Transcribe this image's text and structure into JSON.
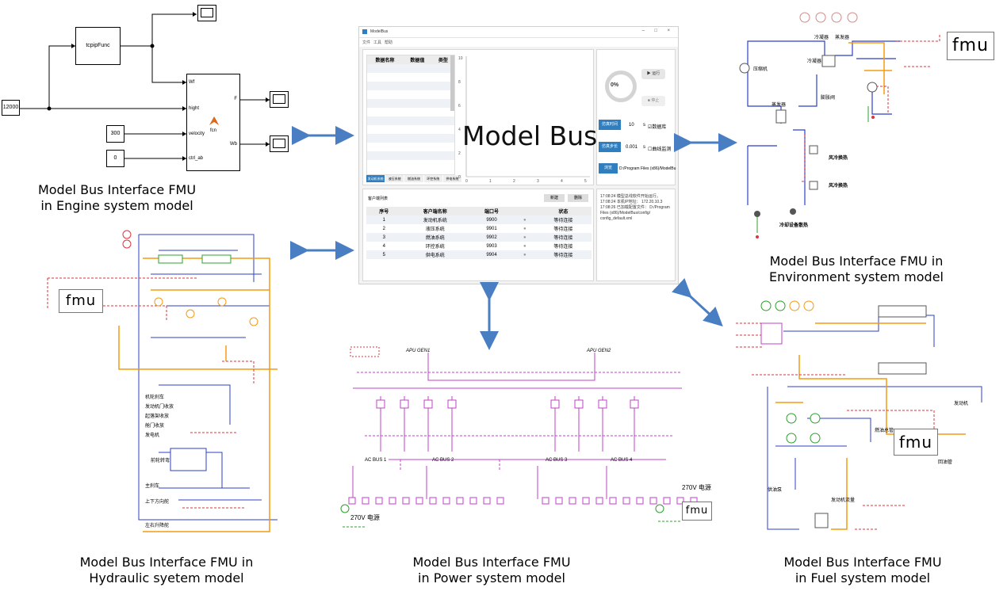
{
  "center_app": {
    "window_title": "ModelBus",
    "menu": [
      "文件",
      "工具",
      "帮助"
    ],
    "overlay_title": "Model Bus",
    "data_table_headers": [
      "数据名称",
      "数据值",
      "类型"
    ],
    "chart": {
      "y_ticks": [
        "10",
        "8",
        "6",
        "4",
        "2",
        "0"
      ],
      "x_ticks": [
        "0",
        "1",
        "2",
        "3",
        "4",
        "5"
      ]
    },
    "system_tabs": [
      "发动机系统",
      "液压系统",
      "燃油系统",
      "环控系统",
      "供电系统"
    ],
    "progress_label": "0%",
    "run_button": "运行",
    "stop_button": "停止",
    "sim_time_label": "仿真时间",
    "sim_time_value": "10",
    "sim_time_unit": "s",
    "checkbox_1": "数据库",
    "sim_step_label": "仿真步长",
    "sim_step_value": "0.001",
    "sim_step_unit": "s",
    "checkbox_2": "曲线监测",
    "path_button": "浏览",
    "path_value": "D:/Program Files (x86)/ModelBu",
    "client_list_title": "客户端列表",
    "new_button": "新建",
    "delete_button": "删除",
    "client_table_headers": [
      "序号",
      "客户端名称",
      "端口号",
      "",
      "状态"
    ],
    "client_rows": [
      [
        "1",
        "发动机系统",
        "9900",
        "等待连接"
      ],
      [
        "2",
        "液压系统",
        "9901",
        "等待连接"
      ],
      [
        "3",
        "燃油系统",
        "9902",
        "等待连接"
      ],
      [
        "4",
        "环控系统",
        "9903",
        "等待连接"
      ],
      [
        "5",
        "供电系统",
        "9904",
        "等待连接"
      ]
    ],
    "log_lines": [
      "17:08:24  模型总线软件开始运行。",
      "17:08:24  本机IP地址： 172.20.10.3",
      "17:08:26  已加载配置文件： D:/Program",
      "Files (x86)/ModelBus/config/",
      "config_default.xml"
    ]
  },
  "engine_model": {
    "const_main": "12000",
    "const_velocity": "300",
    "const_ctrl": "0",
    "func_block": "tcpipFunc",
    "ports_in": [
      "Wf",
      "hight",
      "velocity",
      "ctrl_ab"
    ],
    "ports_out": [
      "F",
      "Wb"
    ],
    "fcn_label": "fcn"
  },
  "environment_model": {
    "labels": [
      "压缩机",
      "冷凝器",
      "膨胀阀",
      "蒸发器",
      "风冷换热",
      "风冷换热",
      "冷却设备散热",
      "冷凝器",
      "蒸发器"
    ]
  },
  "hydraulic_model": {
    "labels": [
      "机轮刹车",
      "发动机门收放",
      "起落架收放",
      "舱门收放",
      "发电机",
      "前轮转弯",
      "主刹车",
      "上下方向舵",
      "左右升降舵"
    ]
  },
  "power_model": {
    "labels": [
      "APU GEN1",
      "APU GEN2",
      "AC BUS 1",
      "AC BUS 2",
      "AC BUS 3",
      "AC BUS 4",
      "270V 电源",
      "270V 电源"
    ]
  },
  "fuel_model": {
    "labels": [
      "发动机",
      "供油泵",
      "燃油总管",
      "回油管",
      "发动机流量"
    ]
  },
  "fmu_label": "fmu",
  "captions": {
    "engine": [
      "Model Bus Interface FMU",
      "in Engine system model"
    ],
    "environment": [
      "Model Bus Interface FMU in",
      "Environment system model"
    ],
    "hydraulic": [
      "Model Bus Interface FMU in",
      "Hydraulic syetem model"
    ],
    "power": [
      "Model Bus Interface FMU",
      "in Power system model"
    ],
    "fuel": [
      "Model Bus Interface FMU",
      "in Fuel system model"
    ]
  },
  "colors": {
    "arrow": "#4a7ec2",
    "accent": "#2f7fc0",
    "hydraulic_orange": "#f39c12",
    "blue_wire": "#2e3fc4",
    "red_dashed": "#d9363e",
    "power_magenta": "#c040c8",
    "green": "#2ca02c"
  }
}
